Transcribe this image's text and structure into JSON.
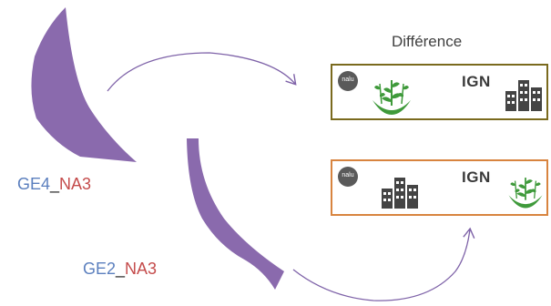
{
  "title": "Différence",
  "labels": {
    "ge4": {
      "part1": "GE4",
      "sep": "_",
      "part2": "NA3"
    },
    "ge2": {
      "part1": "GE2",
      "sep": "_",
      "part2": "NA3"
    }
  },
  "boxes": [
    {
      "logo_small": "nalu",
      "logo_ign": "IGN",
      "left_icon": "vegetation-icon",
      "right_icon": "buildings-icon",
      "border_color": "#7a6a1e"
    },
    {
      "logo_small": "nalu",
      "logo_ign": "IGN",
      "left_icon": "buildings-icon",
      "right_icon": "vegetation-icon",
      "border_color": "#d8843f"
    }
  ],
  "colors": {
    "shape": "#8a6aad",
    "arrow": "#7e62a8",
    "label_blue": "#5b7fbe",
    "label_red": "#c44b4b"
  }
}
